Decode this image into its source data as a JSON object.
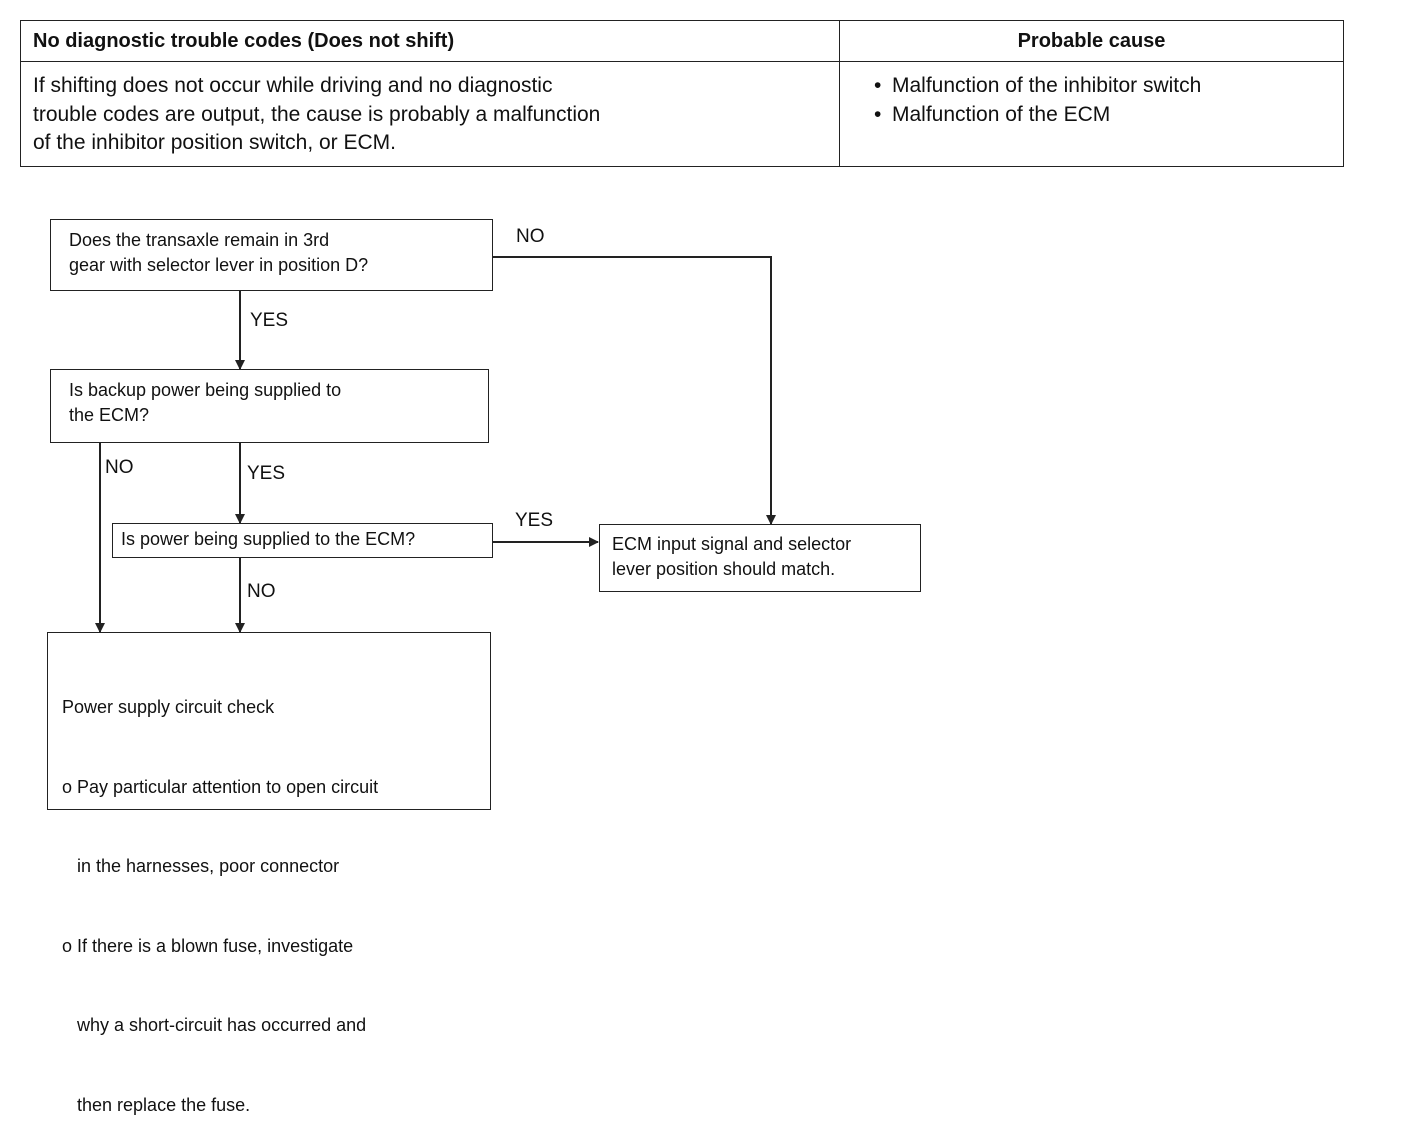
{
  "header_table": {
    "col1_heading": "No diagnostic trouble codes (Does not shift)",
    "col2_heading": "Probable cause",
    "description_lines": [
      "If shifting does not occur while driving and no diagnostic",
      "trouble codes are output, the cause is probably a malfunction",
      "of the inhibitor position switch, or ECM."
    ],
    "causes": [
      "Malfunction of the inhibitor switch",
      "Malfunction of the ECM"
    ]
  },
  "flowchart": {
    "q1": [
      "Does the transaxle remain in 3rd",
      "gear with selector lever in position D?"
    ],
    "q2": [
      "Is backup power being supplied to",
      "the ECM?"
    ],
    "q3": [
      "Is power being supplied to the ECM?"
    ],
    "result": [
      "ECM input signal and selector",
      "lever position should match."
    ],
    "action": [
      "Power supply circuit check",
      "o Pay particular attention to open circuit",
      "   in the harnesses, poor connector",
      "o If there is a blown fuse, investigate",
      "   why a short-circuit has occurred and",
      "   then replace the fuse."
    ],
    "labels": {
      "q1_no": "NO",
      "q1_yes": "YES",
      "q2_no": "NO",
      "q2_yes": "YES",
      "q3_yes": "YES",
      "q3_no": "NO"
    }
  }
}
